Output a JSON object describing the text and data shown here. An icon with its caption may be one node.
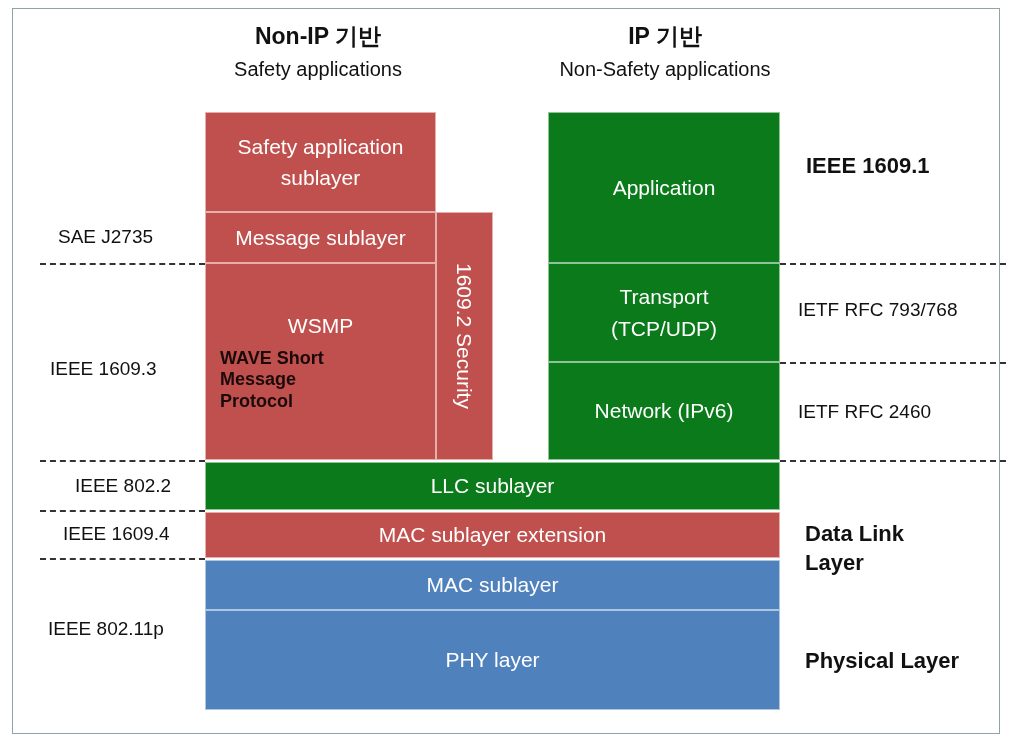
{
  "diagram": {
    "nodes": [
      {
        "text": [
          "Safety application sublayer"
        ]
      },
      {
        "text": [
          "Application"
        ]
      },
      {
        "text": [
          "Message sublayer"
        ]
      },
      {
        "text": [
          "1609.2 Security"
        ]
      },
      {
        "text": [
          "WSMP",
          "WAVE Short Message Protocol"
        ]
      },
      {
        "text": [
          "Transport (TCP/UDP)"
        ]
      },
      {
        "text": [
          "Network (IPv6)"
        ]
      },
      {
        "text": [
          "LLC sublayer"
        ]
      },
      {
        "text": [
          "MAC sublayer extension"
        ]
      },
      {
        "text": [
          "MAC sublayer"
        ]
      },
      {
        "text": [
          "PHY layer"
        ]
      }
    ],
    "labels": [
      "Non-IP 기반",
      "Safety applications",
      "IP 기반",
      "Non-Safety applications",
      "IEEE 1609.1",
      "SAE J2735",
      "IETF RFC 793/768",
      "IEEE 1609.3",
      "IETF RFC 2460",
      "IEEE 802.2",
      "IEEE 1609.4",
      "Data Link Layer",
      "IEEE 802.11p",
      "Physical Layer"
    ]
  }
}
